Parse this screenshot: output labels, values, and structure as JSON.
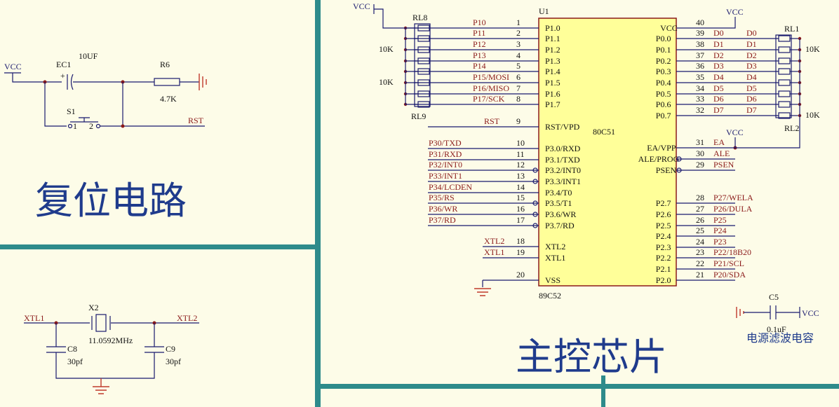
{
  "sections": {
    "reset_title": "复位电路",
    "mcu_title": "主控芯片",
    "filter_caption": "电源滤波电容"
  },
  "reset": {
    "vcc": "VCC",
    "ec1": "EC1",
    "ec1_value": "10UF",
    "plus": "+",
    "r6": "R6",
    "r6_value": "4.7K",
    "s1": "S1",
    "pin1": "1",
    "pin2": "2",
    "rst": "RST"
  },
  "crystal": {
    "xtl1": "XTL1",
    "xtl2": "XTL2",
    "x2": "X2",
    "freq": "11.0592MHz",
    "c8": "C8",
    "c8_value": "30pf",
    "c9": "C9",
    "c9_value": "30pf"
  },
  "mcu": {
    "u1": "U1",
    "model": "80C51",
    "part": "89C52",
    "vcc_top": "VCC",
    "vcc_left": "VCC",
    "vcc_ea": "VCC",
    "left_pins": [
      {
        "num": "1",
        "net": "P10",
        "label": "P1.0"
      },
      {
        "num": "2",
        "net": "P11",
        "label": "P1.1"
      },
      {
        "num": "3",
        "net": "P12",
        "label": "P1.2"
      },
      {
        "num": "4",
        "net": "P13",
        "label": "P1.3"
      },
      {
        "num": "5",
        "net": "P14",
        "label": "P1.4"
      },
      {
        "num": "6",
        "net": "P15/MOSI",
        "label": "P1.5"
      },
      {
        "num": "7",
        "net": "P16/MISO",
        "label": "P1.6"
      },
      {
        "num": "8",
        "net": "P17/SCK",
        "label": "P1.7"
      },
      {
        "num": "9",
        "net": "RST",
        "label": "RST/VPD"
      },
      {
        "num": "10",
        "net": "P30/TXD",
        "label": "P3.0/RXD"
      },
      {
        "num": "11",
        "net": "P31/RXD",
        "label": "P3.1/TXD"
      },
      {
        "num": "12",
        "net": "P32/INT0",
        "label": "P3.2/INT0"
      },
      {
        "num": "13",
        "net": "P33/INT1",
        "label": "P3.3/INT1"
      },
      {
        "num": "14",
        "net": "P34/LCDEN",
        "label": "P3.4/T0"
      },
      {
        "num": "15",
        "net": "P35/RS",
        "label": "P3.5/T1"
      },
      {
        "num": "16",
        "net": "P36/WR",
        "label": "P3.6/WR"
      },
      {
        "num": "17",
        "net": "P37/RD",
        "label": "P3.7/RD"
      },
      {
        "num": "18",
        "net": "XTL2",
        "label": "XTL2"
      },
      {
        "num": "19",
        "net": "XTL1",
        "label": "XTL1"
      },
      {
        "num": "20",
        "net": "",
        "label": "VSS"
      }
    ],
    "right_pins": [
      {
        "num": "40",
        "net": "",
        "alias": "",
        "label": "VCC"
      },
      {
        "num": "39",
        "net": "D0",
        "alias": "D0",
        "label": "P0.0"
      },
      {
        "num": "38",
        "net": "D1",
        "alias": "D1",
        "label": "P0.1"
      },
      {
        "num": "37",
        "net": "D2",
        "alias": "D2",
        "label": "P0.2"
      },
      {
        "num": "36",
        "net": "D3",
        "alias": "D3",
        "label": "P0.3"
      },
      {
        "num": "35",
        "net": "D4",
        "alias": "D4",
        "label": "P0.4"
      },
      {
        "num": "34",
        "net": "D5",
        "alias": "D5",
        "label": "P0.5"
      },
      {
        "num": "33",
        "net": "D6",
        "alias": "D6",
        "label": "P0.6"
      },
      {
        "num": "32",
        "net": "D7",
        "alias": "D7",
        "label": "P0.7"
      },
      {
        "num": "31",
        "net": "EA",
        "alias": "",
        "label": "EA/VPP"
      },
      {
        "num": "30",
        "net": "ALE",
        "alias": "",
        "label": "ALE/PROG"
      },
      {
        "num": "29",
        "net": "PSEN",
        "alias": "",
        "label": "PSEN"
      },
      {
        "num": "28",
        "net": "P27/WELA",
        "alias": "",
        "label": "P2.7"
      },
      {
        "num": "27",
        "net": "P26/DULA",
        "alias": "",
        "label": "P2.6"
      },
      {
        "num": "26",
        "net": "P25",
        "alias": "",
        "label": "P2.5"
      },
      {
        "num": "25",
        "net": "P24",
        "alias": "",
        "label": "P2.4"
      },
      {
        "num": "24",
        "net": "P23",
        "alias": "",
        "label": "P2.3"
      },
      {
        "num": "23",
        "net": "P22/18B20",
        "alias": "",
        "label": "P2.2"
      },
      {
        "num": "22",
        "net": "P21/SCL",
        "alias": "",
        "label": "P2.1"
      },
      {
        "num": "21",
        "net": "P20/SDA",
        "alias": "",
        "label": "P2.0"
      }
    ]
  },
  "resnets": {
    "rl8": "RL8",
    "rl9": "RL9",
    "rl1": "RL1",
    "rl2": "RL2",
    "v1": "10K",
    "v2": "10K",
    "v3": "10K",
    "v4": "10K"
  },
  "decoupling": {
    "c5": "C5",
    "c5_value": "0.1uF",
    "vcc": "VCC"
  }
}
